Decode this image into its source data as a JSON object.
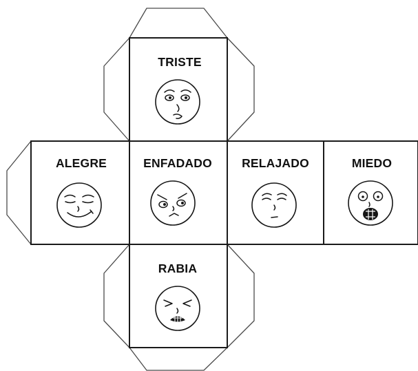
{
  "faces": {
    "top": {
      "label": "TRISTE",
      "icon": "sad-face-icon"
    },
    "left": {
      "label": "ALEGRE",
      "icon": "happy-face-icon"
    },
    "center": {
      "label": "ENFADADO",
      "icon": "annoyed-face-icon"
    },
    "right": {
      "label": "RELAJADO",
      "icon": "relaxed-face-icon"
    },
    "far_right": {
      "label": "MIEDO",
      "icon": "scared-face-icon"
    },
    "bottom": {
      "label": "RABIA",
      "icon": "furious-face-icon"
    }
  },
  "colors": {
    "line": "#1a1a1a",
    "background": "#ffffff"
  }
}
